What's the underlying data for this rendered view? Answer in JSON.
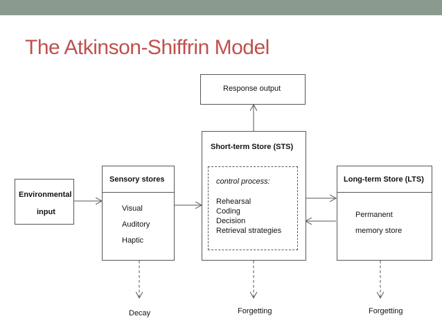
{
  "title": "The Atkinson-Shiffrin Model",
  "colors": {
    "title": "#c0504d",
    "topbar": "#8a9a8e",
    "stroke": "#555555"
  },
  "environmental_input": {
    "line1": "Environmental",
    "line2": "input"
  },
  "sensory_stores": {
    "header": "Sensory stores",
    "items": [
      "Visual",
      "Auditory",
      "Haptic"
    ],
    "outcome": "Decay"
  },
  "short_term_store": {
    "header": "Short-term Store (STS)",
    "control_label": "control process:",
    "items": [
      "Rehearsal",
      "Coding",
      "Decision",
      "Retrieval strategies"
    ],
    "outcome": "Forgetting"
  },
  "long_term_store": {
    "header": "Long-term Store (LTS)",
    "items": [
      "Permanent",
      "memory store"
    ],
    "outcome": "Forgetting"
  },
  "response_output": "Response output"
}
